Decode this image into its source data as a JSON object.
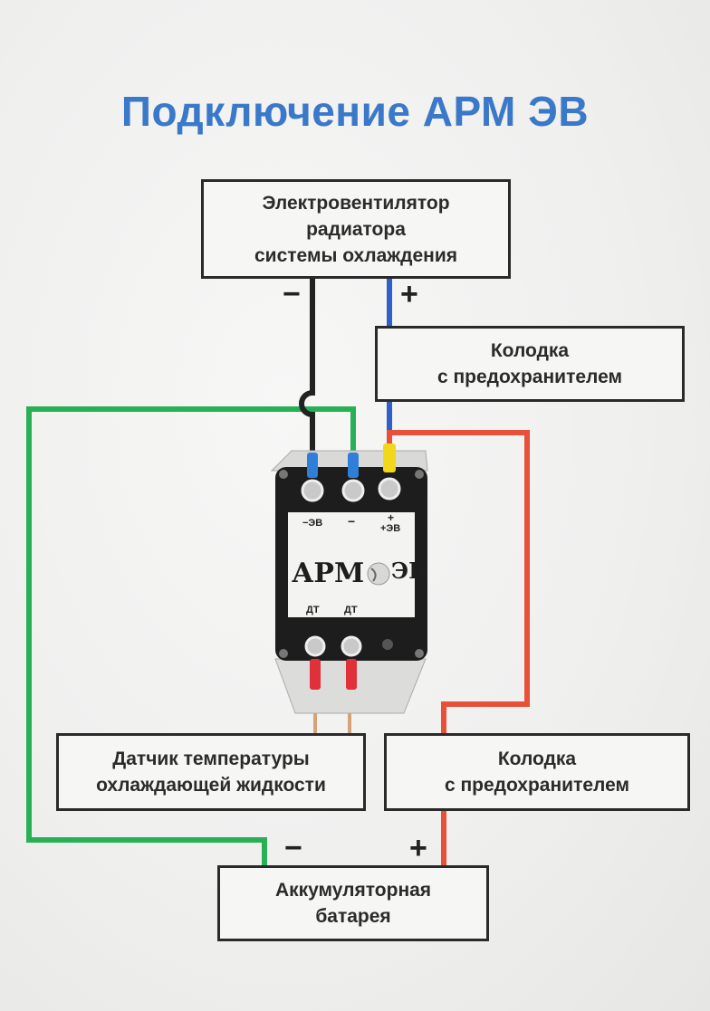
{
  "title": "Подключение АРМ ЭВ",
  "boxes": {
    "fan": [
      "Электровентилятор",
      "радиатора",
      "системы охлаждения"
    ],
    "fuse_top": [
      "Колодка",
      "с предохранителем"
    ],
    "sensor": [
      "Датчик температуры",
      "охлаждающей жидкости"
    ],
    "fuse_bottom": [
      "Колодка",
      "с предохранителем"
    ],
    "battery": [
      "Аккумуляторная",
      "батарея"
    ]
  },
  "signs": {
    "fan_minus": "−",
    "fan_plus": "+",
    "battery_minus": "−",
    "battery_plus": "+"
  },
  "device": {
    "logo_left": "АРМ",
    "logo_right": "ЭВ",
    "terminal_top_1": "−ЭВ",
    "terminal_top_2": "−",
    "terminal_top_3_a": "+",
    "terminal_top_3_b": "+ЭВ",
    "terminal_bottom_1": "ДТ",
    "terminal_bottom_2": "ДТ"
  },
  "colors": {
    "title": "#3a78c9",
    "wire_black": "#222222",
    "wire_blue": "#2f5fc8",
    "wire_green": "#27b055",
    "wire_red": "#e8503a",
    "wire_sensor": "#d4a37a"
  }
}
